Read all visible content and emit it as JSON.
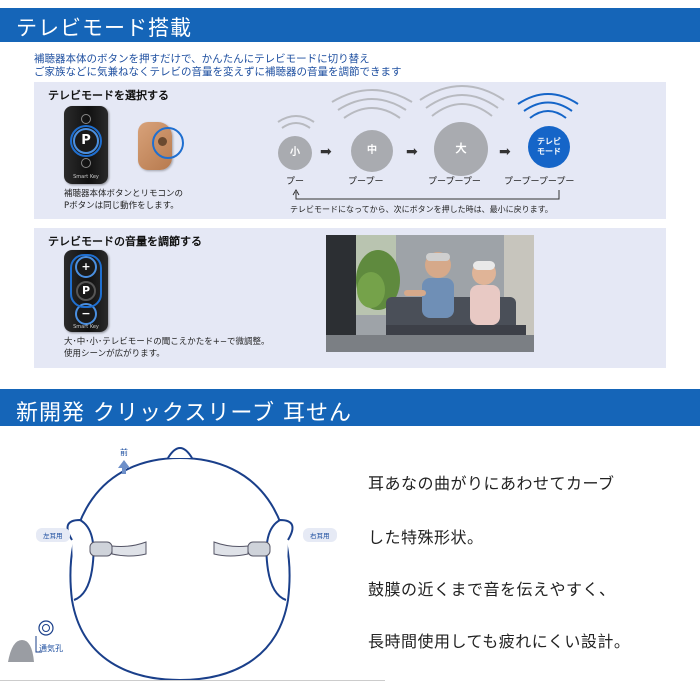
{
  "tv_section": {
    "header": "テレビモード搭載",
    "intro_line1": "補聴器本体のボタンを押すだけで、かんたんにテレビモードに切り替え",
    "intro_line2": "ご家族などに気兼ねなくテレビの音量を変えずに補聴器の音量を調節できます",
    "select_panel": {
      "title": "テレビモードを選択する",
      "remote_brand": "Smart Key",
      "remote_button": "P",
      "caption_line1": "補聴器本体ボタンとリモコンの",
      "caption_line2": "Pボタンは同じ動作をします。",
      "levels": [
        {
          "label": "小",
          "sound": "プー"
        },
        {
          "label": "中",
          "sound": "プープー"
        },
        {
          "label": "大",
          "sound": "プープープー"
        },
        {
          "label": "テレビ\nモード",
          "sound": "プープープープー"
        }
      ],
      "level_label_1": "小",
      "level_label_2": "中",
      "level_label_3": "大",
      "tv_label_line1": "テレビ",
      "tv_label_line2": "モード",
      "return_note": "テレビモードになってから、次にボタンを押した時は、最小に戻ります。"
    },
    "volume_panel": {
      "title": "テレビモードの音量を調節する",
      "remote_brand": "Smart Key",
      "remote_button": "P",
      "plus": "+",
      "minus": "−",
      "caption_line1": "大･中･小･テレビモードの聞こえかたを+−で微調整。",
      "caption_line2": "使用シーンが広がります。"
    }
  },
  "sleeve_section": {
    "header": "新開発 クリックスリーブ 耳せん",
    "front_label": "前",
    "left_ear_label": "左耳用",
    "right_ear_label": "右耳用",
    "vent_label": "通気孔",
    "text_line1": "耳あなの曲がりにあわせてカーブ",
    "text_line2": "した特殊形状。",
    "text_line3": "鼓膜の近くまで音を伝えやすく、",
    "text_line4": "長時間使用しても疲れにくい設計。"
  },
  "colors": {
    "header_band": "#1565b8",
    "panel_bg": "#e5e8f5",
    "accent": "#1f6fd0",
    "level_inactive": "#a9abb0"
  }
}
